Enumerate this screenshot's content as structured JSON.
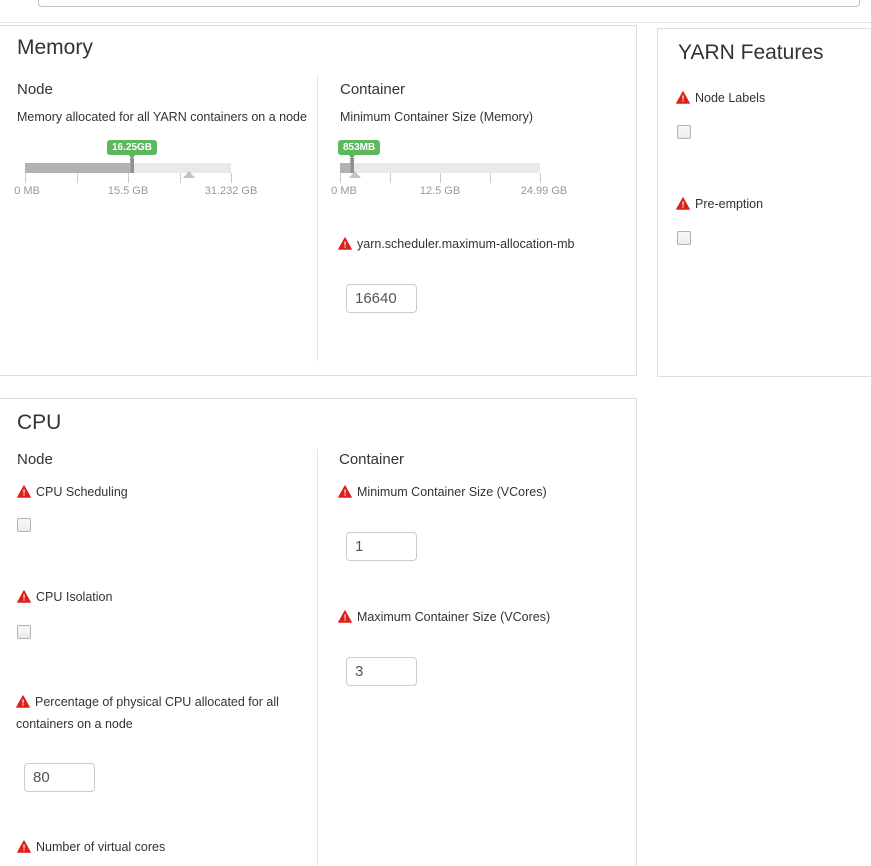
{
  "topbar": {
    "filter_value": ""
  },
  "colors": {
    "badge_green": "#5cb85c",
    "warning_red": "#dc211b",
    "panel_border": "#dddddd"
  },
  "memory": {
    "title": "Memory",
    "node": {
      "heading": "Node",
      "description": "Memory allocated for all YARN containers on a node",
      "slider": {
        "value_label": "16.25GB",
        "ticks": [
          "0 MB",
          "15.5 GB",
          "31.232 GB"
        ]
      }
    },
    "container": {
      "heading": "Container",
      "description": "Minimum Container Size (Memory)",
      "slider": {
        "value_label": "853MB",
        "ticks": [
          "0 MB",
          "12.5 GB",
          "24.99 GB"
        ]
      },
      "field": {
        "label": "yarn.scheduler.maximum-allocation-mb",
        "value": "16640"
      }
    }
  },
  "yarn_features": {
    "title": "YARN Features",
    "items": [
      {
        "label": "Node Labels",
        "checked": false
      },
      {
        "label": "Pre-emption",
        "checked": false
      }
    ]
  },
  "cpu": {
    "title": "CPU",
    "node": {
      "heading": "Node",
      "toggles": [
        {
          "label": "CPU Scheduling",
          "checked": false
        },
        {
          "label": "CPU Isolation",
          "checked": false
        }
      ],
      "percentage_field": {
        "label": "Percentage of physical CPU allocated for all containers on a node",
        "value": "80"
      },
      "vcores_label": "Number of virtual cores"
    },
    "container": {
      "heading": "Container",
      "min_field": {
        "label": "Minimum Container Size (VCores)",
        "value": "1"
      },
      "max_field": {
        "label": "Maximum Container Size (VCores)",
        "value": "3"
      }
    }
  }
}
